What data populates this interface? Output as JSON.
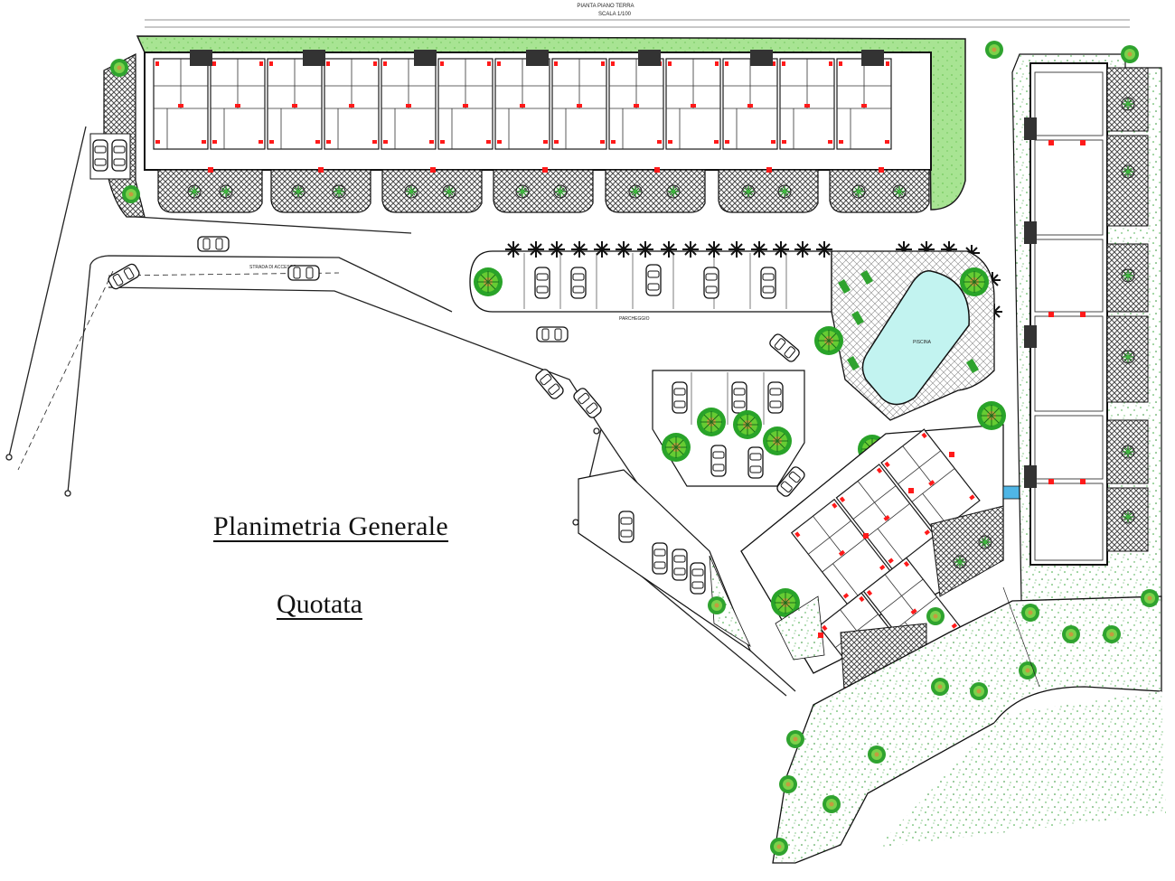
{
  "title": "Planimetria Generale",
  "subtitle": "Quotata",
  "header_label": "PIANTA PIANO TERRA",
  "header_scale": "SCALA 1/100",
  "pool_label": "PISCINA",
  "parking_label": "PARCHEGGIO",
  "road_label": "STRADA DI ACCESSO",
  "colors": {
    "wall": "#1a1a1a",
    "door": "#ff1a1a",
    "lawn": "#9fe08a",
    "tree_dark": "#1f9e1f",
    "tree_light": "#66cc33",
    "tree_core": "#c9a24a",
    "pool": "#bdf3f0",
    "hatch": "#5a5a5a"
  }
}
